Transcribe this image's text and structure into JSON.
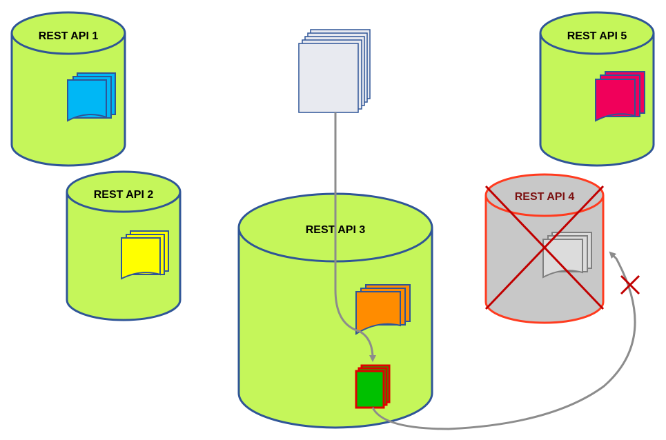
{
  "colors": {
    "cylinder_fill": "#c5f65a",
    "cylinder_stroke": "#2f5597",
    "disabled_fill": "#c8c8c8",
    "disabled_stroke": "#ff3b1f",
    "cross": "#c00000",
    "arrow": "#8c8c8c",
    "doc_blue": "#00b7f5",
    "doc_yellow": "#ffff00",
    "doc_white": "#e8eaf0",
    "doc_orange": "#ff8c00",
    "doc_magenta": "#f0005a",
    "doc_grey": "#dcdcdc",
    "doc_green": "#00c000",
    "doc_green_border": "#e00000"
  },
  "apis": {
    "api1": {
      "label": "REST API 1",
      "status": "active"
    },
    "api2": {
      "label": "REST API 2",
      "status": "active"
    },
    "api3": {
      "label": "REST API 3",
      "status": "active"
    },
    "api4": {
      "label": "REST API 4",
      "status": "unavailable"
    },
    "api5": {
      "label": "REST API 5",
      "status": "active"
    }
  }
}
